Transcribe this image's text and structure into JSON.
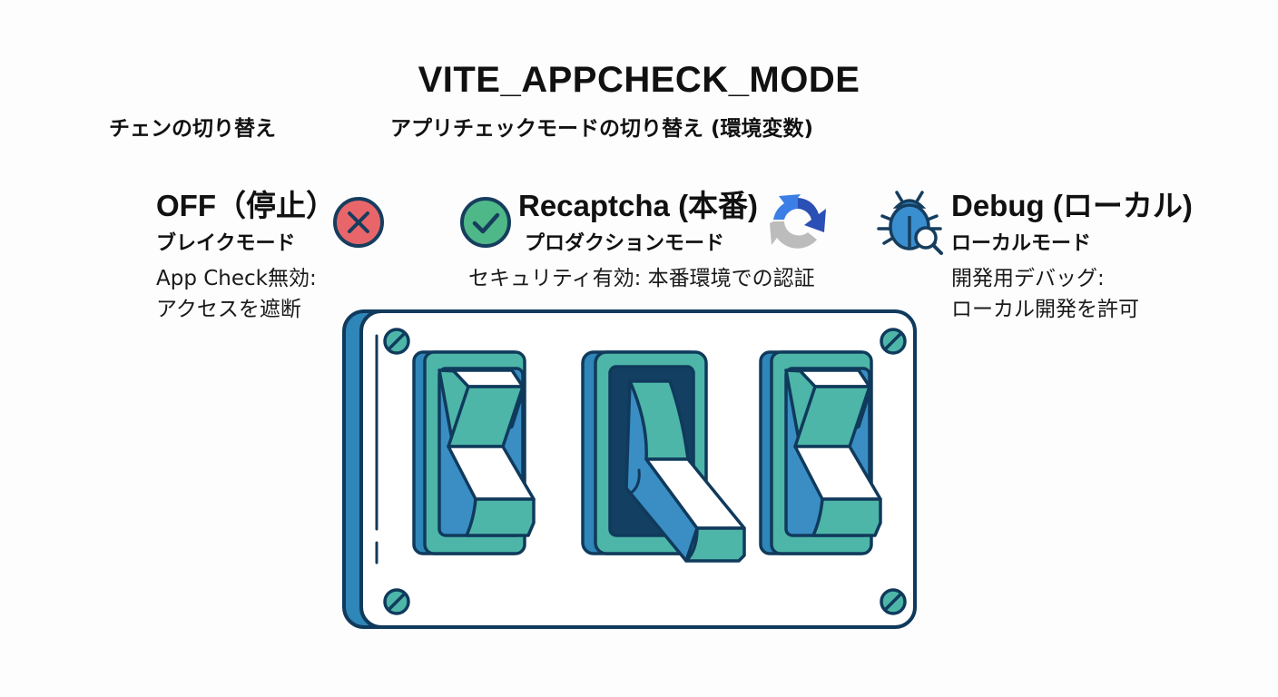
{
  "header": {
    "title": "VITE_APPCHECK_MODE",
    "subtitle_left": "チェンの切り替え",
    "subtitle_right": "アプリチェックモードの切り替え (環境変数)"
  },
  "modes": [
    {
      "key": "off",
      "title": "OFF（停止）",
      "subtitle": "ブレイクモード",
      "description_lines": [
        "App Check無効:",
        "アクセスを遮断"
      ],
      "icon": "x-circle-icon",
      "icon_color": "#e8666a"
    },
    {
      "key": "recaptcha",
      "title": "Recaptcha (本番)",
      "subtitle": "プロダクションモード",
      "description_lines": [
        "セキュリティ有効: 本番環境での認証"
      ],
      "icon": "check-circle-icon",
      "icon_color": "#4fb888",
      "secondary_icon": "recaptcha-icon"
    },
    {
      "key": "debug",
      "title": "Debug (ローカル)",
      "subtitle": "ローカルモード",
      "description_lines": [
        "開発用デバッグ:",
        "ローカル開発を許可"
      ],
      "icon": "bug-search-icon",
      "icon_color": "#3a8fd0"
    }
  ],
  "switch_panel": {
    "switches": [
      {
        "mode": "off",
        "position": "up"
      },
      {
        "mode": "recaptcha",
        "position": "down"
      },
      {
        "mode": "debug",
        "position": "up"
      }
    ]
  },
  "colors": {
    "outline": "#103a5c",
    "panel_edge": "#2f86b8",
    "teal": "#4db6a8",
    "blue": "#3a8ec4",
    "dark_slot": "#123f62",
    "red": "#e8666a",
    "green": "#4fb888"
  }
}
